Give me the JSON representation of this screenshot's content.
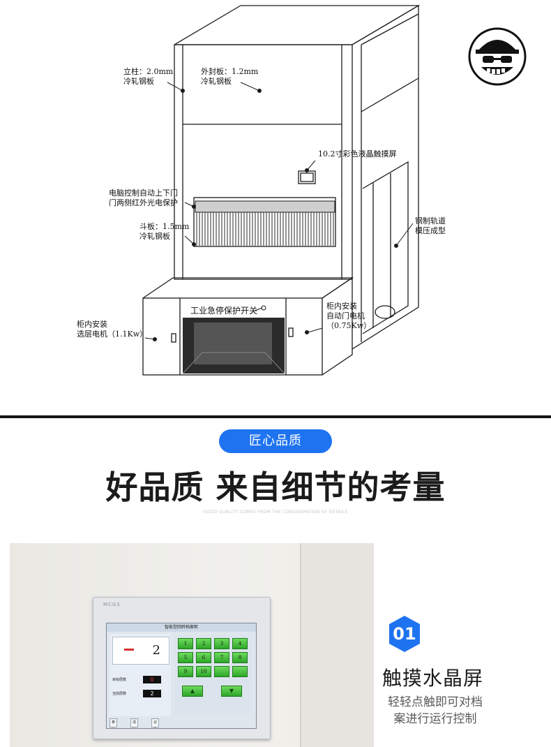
{
  "diagram": {
    "annotations": {
      "upright": "立柱：2.0mm\n冷轧钢板",
      "outer_panel": "外封板：1.2mm\n冷轧钢板",
      "touchscreen": "10.2寸彩色液晶触摸屏",
      "pc_control": "电脑控制自动上下门\n门两侧红外光电保护",
      "bucket": "斗板：1.5mm\n冷轧钢板",
      "steel_track": "钢制轨道\n模压成型",
      "floor_motor": "柜内安装\n选层电机（1.1Kw）",
      "emergency": "工业急停保护开关",
      "door_motor": "柜内安装\n自动门电机\n（0.75Kw）"
    }
  },
  "section": {
    "pill_label": "匠心品质",
    "headline": "好品质 来自细节的考量",
    "subtext": "GOOD QUALITY COMES FROM THE CONSIDERATION OF DETAILS"
  },
  "screen": {
    "brand": "MCGS",
    "title": "智能型回转档案柜",
    "display_value": "2",
    "row1_label": "目标层数",
    "row1_value": "0",
    "row2_label": "当前层数",
    "row2_value": "2",
    "btn_param": "参数",
    "btn_clear": "清除",
    "btn_record": "记录",
    "keys": [
      "1",
      "2",
      "3",
      "4",
      "5",
      "6",
      "7",
      "8",
      "9",
      "10",
      "",
      ""
    ],
    "arrow_up": "▲",
    "arrow_down": "▼"
  },
  "feature": {
    "number": "01",
    "title": "触摸水晶屏",
    "desc_line1": "轻轻点触即可对档",
    "desc_line2": "案进行运行控制",
    "badge_color": "#1e73f0"
  }
}
